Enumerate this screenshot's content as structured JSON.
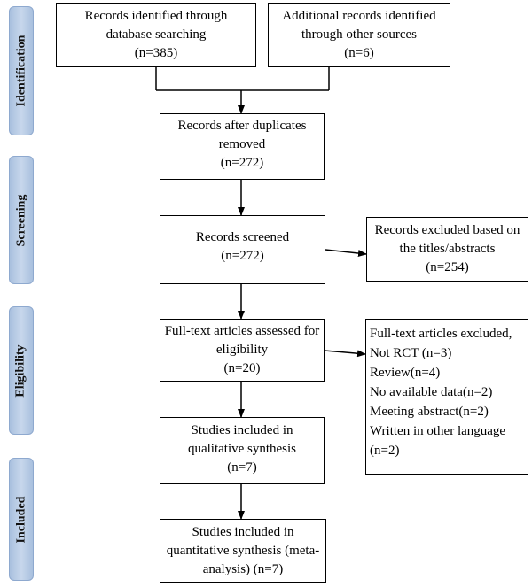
{
  "stages": {
    "identification": "Identification",
    "screening": "Screening",
    "eligibility": "Eligibility",
    "included": "Included"
  },
  "boxes": {
    "database_records": [
      "Records identified through",
      "database searching",
      "(n=385)"
    ],
    "other_records": [
      "Additional records identified",
      "through other sources",
      "(n=6)"
    ],
    "after_duplicates": [
      "Records after duplicates",
      "removed",
      "(n=272)"
    ],
    "screened": [
      "Records screened",
      "(n=272)"
    ],
    "excluded_titles": [
      "Records excluded based on",
      "the titles/abstracts",
      "(n=254)"
    ],
    "fulltext_assessed": [
      "Full-text articles assessed for",
      "eligibility",
      "(n=20)"
    ],
    "fulltext_excluded": [
      "Full-text articles excluded,",
      "Not RCT (n=3)",
      "Review(n=4)",
      "No available data(n=2)",
      "Meeting abstract(n=2)",
      "Written in other language",
      "(n=2)"
    ],
    "qualitative": [
      "Studies included in",
      "qualitative synthesis",
      "(n=7)"
    ],
    "quantitative": [
      "Studies included in",
      "quantitative synthesis (meta-",
      "analysis) (n=7)"
    ]
  },
  "colors": {
    "stage_fill": "#b9cce6",
    "stage_border": "#8ea9cf",
    "line": "#000000"
  }
}
